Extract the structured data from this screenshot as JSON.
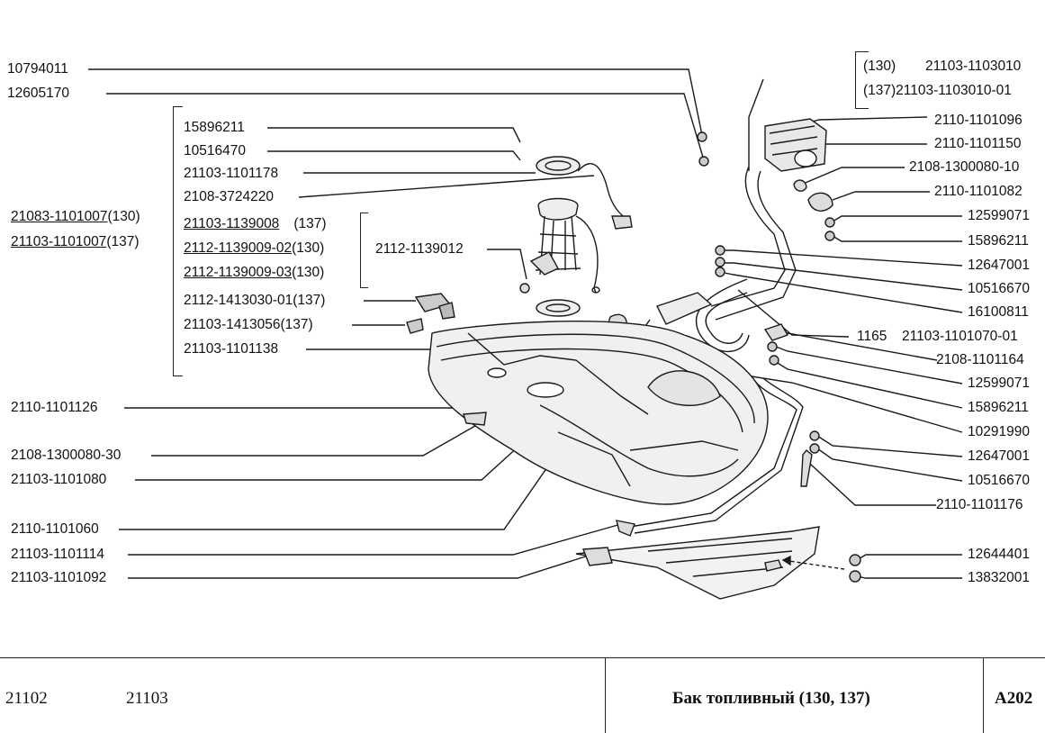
{
  "left_labels": {
    "p10794011": "10794011",
    "p12605170": "12605170",
    "p15896211": "15896211",
    "p10516470": "10516470",
    "p21103_1101178": "21103-1101178",
    "p2108_3724220": "2108-3724220",
    "p21083_1101007": "21083-1101007",
    "v130_a": "(130)",
    "p21103_1101007": "21103-1101007",
    "v137_a": "(137)",
    "p21103_1139008": "21103-1139008",
    "v137_b": "(137)",
    "p2112_1139009_02": "2112-1139009-02",
    "v130_b": "(130)",
    "p2112_1139009_03": "2112-1139009-03",
    "v130_c": "(130)",
    "p2112_1139012": "2112-1139012",
    "p2112_1413030_01": "2112-1413030-01(137)",
    "p21103_1413056": "21103-1413056(137)",
    "p21103_1101138": "21103-1101138",
    "p2110_1101126": "2110-1101126",
    "p2108_1300080_30": "2108-1300080-30",
    "p21103_1101080": "21103-1101080",
    "p2110_1101060": "2110-1101060",
    "p21103_1101114": "21103-1101114",
    "p21103_1101092": "21103-1101092"
  },
  "right_labels": {
    "v130_top": "(130)",
    "p21103_1103010": "21103-1103010",
    "p137_21103_1103010_01": "(137)21103-1103010-01",
    "p2110_1101096": "2110-1101096",
    "p2110_1101150": "2110-1101150",
    "p2108_1300080_10": "2108-1300080-10",
    "p2110_1101082": "2110-1101082",
    "p12599071_a": "12599071",
    "p15896211_a": "15896211",
    "p12647001_a": "12647001",
    "p10516670_a": "10516670",
    "p16100811": "16100811",
    "p1165": "1165",
    "p21103_1101070_01": "21103-1101070-01",
    "p2108_1101164": "2108-1101164",
    "p12599071_b": "12599071",
    "p15896211_b": "15896211",
    "p10291990": "10291990",
    "p12647001_b": "12647001",
    "p10516670_b": "10516670",
    "p2110_1101176": "2110-1101176",
    "p12644401": "12644401",
    "p13832001": "13832001"
  },
  "footer": {
    "model_1": "21102",
    "model_2": "21103",
    "title": "Бак топливный (130, 137)",
    "code": "A202"
  }
}
